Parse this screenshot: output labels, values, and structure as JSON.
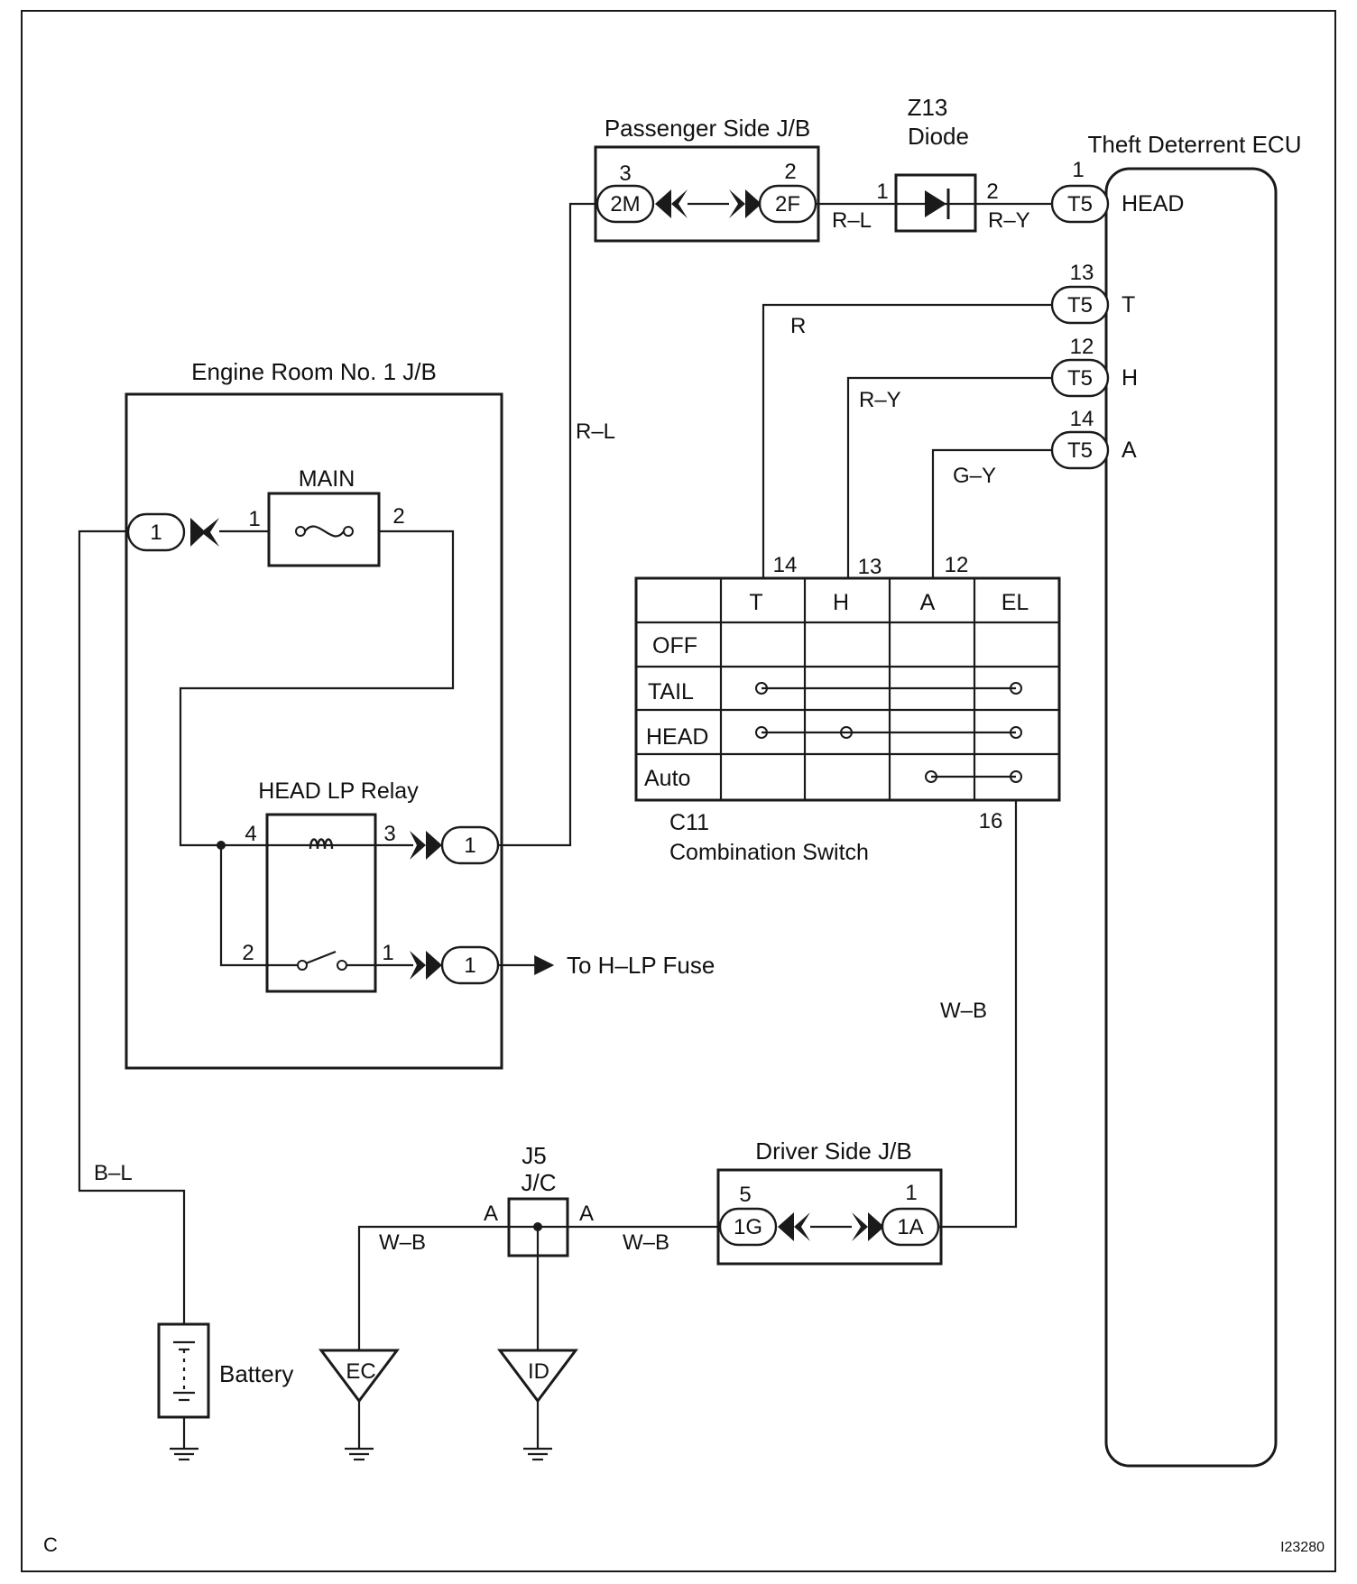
{
  "engine_jb": {
    "title": "Engine Room No. 1 J/B",
    "main_fuse": "MAIN",
    "relay": "HEAD LP Relay",
    "connector": "1",
    "pins": {
      "fuse_in": "1",
      "fuse_out": "2",
      "coil_in": "4",
      "coil_out": "3",
      "sw_in": "2",
      "sw_out": "1"
    }
  },
  "passenger_jb": {
    "title": "Passenger Side J/B",
    "conn_left": "2M",
    "conn_right": "2F",
    "pin_left": "3",
    "pin_right": "2"
  },
  "diode": {
    "id": "Z13",
    "name": "Diode",
    "pin_in": "1",
    "pin_out": "2"
  },
  "ecu": {
    "title": "Theft Deterrent ECU",
    "connector": "T5",
    "terminals": [
      {
        "pin": "1",
        "label": "HEAD"
      },
      {
        "pin": "13",
        "label": "T"
      },
      {
        "pin": "12",
        "label": "H"
      },
      {
        "pin": "14",
        "label": "A"
      }
    ]
  },
  "combination_switch": {
    "id": "C11",
    "name": "Combination Switch",
    "columns": [
      "T",
      "H",
      "A",
      "EL"
    ],
    "top_pins": [
      "14",
      "13",
      "12"
    ],
    "bottom_pin": "16",
    "rows": [
      "OFF",
      "TAIL",
      "HEAD",
      "Auto"
    ]
  },
  "wires": {
    "r_l_1": "R–L",
    "r_l_2": "R–L",
    "r_y_1": "R–Y",
    "r": "R",
    "r_y_2": "R–Y",
    "g_y": "G–Y",
    "w_b_1": "W–B",
    "w_b_2": "W–B",
    "w_b_3": "W–B",
    "b_l": "B–L"
  },
  "to_hlp": "To H–LP Fuse",
  "jc": {
    "id": "J5",
    "name": "J/C",
    "pin_left": "A",
    "pin_right": "A"
  },
  "driver_jb": {
    "title": "Driver Side J/B",
    "conn_left": "1G",
    "conn_right": "1A",
    "pin_left": "5",
    "pin_right": "1"
  },
  "battery": "Battery",
  "grounds": {
    "ec": "EC",
    "id": "ID"
  },
  "corner_letter": "C",
  "figure_code": "I23280"
}
